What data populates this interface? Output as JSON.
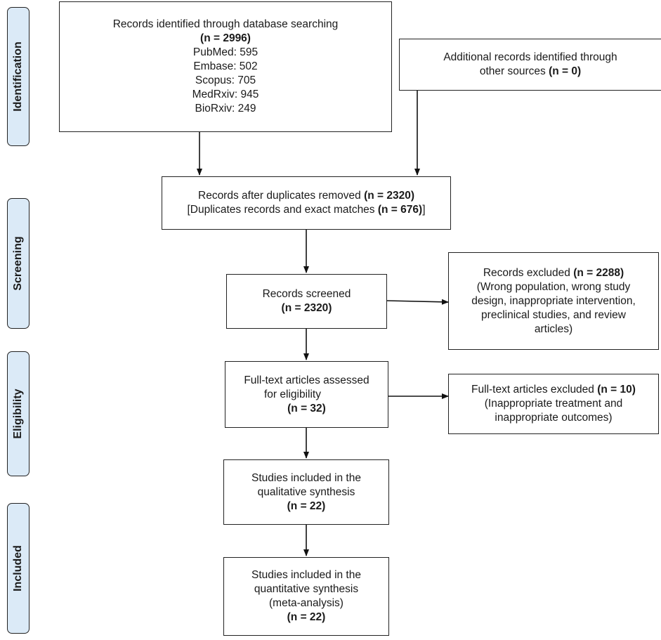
{
  "stages": {
    "identification": "Identification",
    "screening": "Screening",
    "eligibility": "Eligibility",
    "included": "Included"
  },
  "boxes": {
    "database": {
      "title": "Records identified through database searching",
      "count": "(n = 2996)",
      "sources": [
        "PubMed: 595",
        "Embase: 502",
        "Scopus: 705",
        "MedRxiv: 945",
        "BioRxiv: 249"
      ]
    },
    "additional": {
      "line1": "Additional records identified through",
      "line2": "other sources ",
      "count": "(n = 0)"
    },
    "duplicates": {
      "line1": "Records after duplicates removed ",
      "count1": "(n = 2320)",
      "line2": "[Duplicates records and exact matches ",
      "count2": "(n = 676)",
      "line2_end": "]"
    },
    "screened": {
      "title": "Records screened",
      "count": "(n = 2320)"
    },
    "excluded": {
      "title": "Records excluded ",
      "count": "(n = 2288)",
      "lines": [
        "(Wrong population, wrong study",
        "design, inappropriate intervention,",
        "preclinical studies, and review",
        "articles)"
      ]
    },
    "fulltext": {
      "lines": [
        "Full-text articles assessed",
        "for eligibility"
      ],
      "count": "(n = 32)"
    },
    "fulltext_excluded": {
      "title": "Full-text articles excluded ",
      "count": "(n = 10)",
      "lines": [
        "(Inappropriate treatment and",
        "inappropriate outcomes)"
      ]
    },
    "qualitative": {
      "lines": [
        "Studies included in the",
        "qualitative synthesis"
      ],
      "count": "(n = 22)"
    },
    "quantitative": {
      "lines": [
        "Studies included in the",
        "quantitative synthesis",
        "(meta-analysis)"
      ],
      "count": "(n = 22)"
    }
  }
}
